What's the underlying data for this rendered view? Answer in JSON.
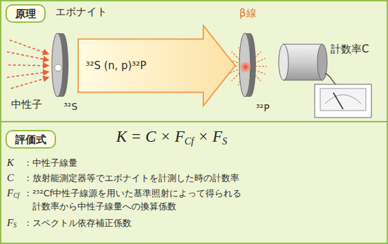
{
  "diagram": {
    "nodes": [
      {
        "text": [
          "原理"
        ]
      },
      {
        "text": [
          "³²S (n, p)³²P"
        ]
      },
      {
        "text": [
          "評価式"
        ]
      }
    ],
    "labels": [
      "エボナイト",
      "中性子",
      "³²S",
      "β線",
      "³²P",
      "計数率C",
      "K = C × F",
      "Cf",
      " × F",
      "S",
      "K",
      "：中性子線量",
      "C",
      "：放射能測定器等でエボナイトを計測した時の計数率",
      "F",
      "Cf",
      "：²⁵²Cf中性子線源を用いた基準照射によって得られる 計数率から中性子線量への換算係数",
      "F",
      "S",
      "：スペクトル依存補正係数"
    ]
  }
}
